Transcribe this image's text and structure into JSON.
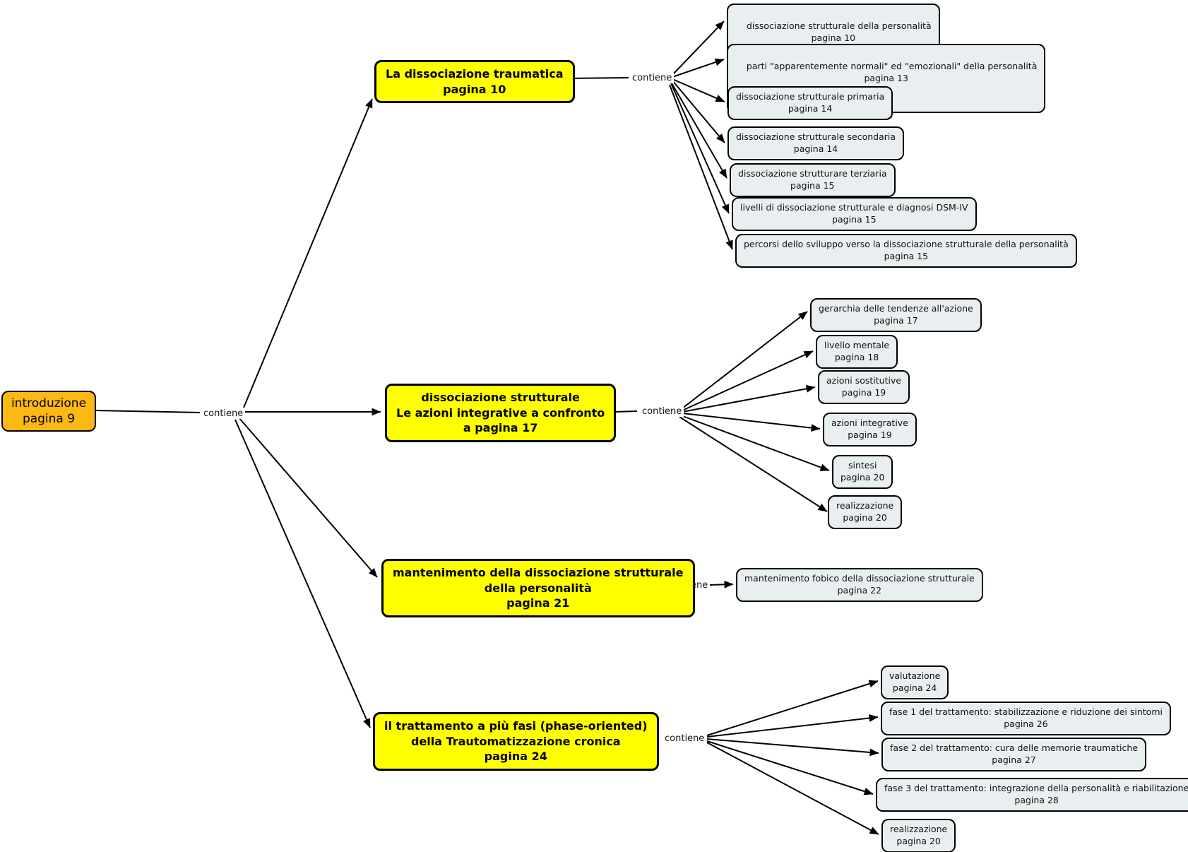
{
  "map": {
    "connector_label": "contiene",
    "root": {
      "label": "introduzione\npagina 9"
    },
    "branches": [
      {
        "topic": "La dissociazione traumatica\npagina 10",
        "children": [
          {
            "label": "dissociazione strutturale della personalità\npagina 10",
            "icon": "resource-icon"
          },
          {
            "label": "parti \"apparentemente normali\" ed \"emozionali\" della personalità\npagina 13",
            "icon": "resource-icon"
          },
          {
            "label": "dissociazione strutturale primaria\npagina 14"
          },
          {
            "label": "dissociazione strutturale secondaria\npagina 14"
          },
          {
            "label": "dissociazione strutturare terziaria\npagina 15"
          },
          {
            "label": "livelli di dissociazione strutturale e diagnosi DSM-IV\npagina 15"
          },
          {
            "label": "percorsi dello sviluppo verso la dissociazione strutturale della personalità\npagina 15"
          }
        ]
      },
      {
        "topic": "dissociazione strutturale\nLe azioni integrative a confronto\na pagina 17",
        "children": [
          {
            "label": "gerarchia delle tendenze all'azione\npagina 17"
          },
          {
            "label": "livello mentale\npagina 18"
          },
          {
            "label": "azioni sostitutive\npagina 19"
          },
          {
            "label": "azioni integrative\npagina 19"
          },
          {
            "label": "sintesi\npagina 20"
          },
          {
            "label": "realizzazione\npagina 20"
          }
        ]
      },
      {
        "topic": "mantenimento della dissociazione strutturale\ndella personalità\npagina 21",
        "children": [
          {
            "label": "mantenimento fobico della dissociazione strutturale\npagina 22"
          }
        ]
      },
      {
        "topic": "il trattamento a più fasi (phase-oriented)\ndella Trautomatizzazione cronica\npagina 24",
        "children": [
          {
            "label": "valutazione\npagina 24"
          },
          {
            "label": "fase 1 del trattamento: stabilizzazione e riduzione dei sintomi\npagina 26"
          },
          {
            "label": "fase 2 del trattamento: cura delle memorie traumatiche\npagina 27"
          },
          {
            "label": "fase 3 del trattamento: integrazione della personalità e riabilitazione\npagina 28"
          },
          {
            "label": "realizzazione\npagina 20"
          }
        ]
      }
    ],
    "colors": {
      "topic_bg": "#ffff00",
      "root_bg": "#fcb814",
      "child_bg": "#e9eff0",
      "line": "#000000"
    }
  }
}
